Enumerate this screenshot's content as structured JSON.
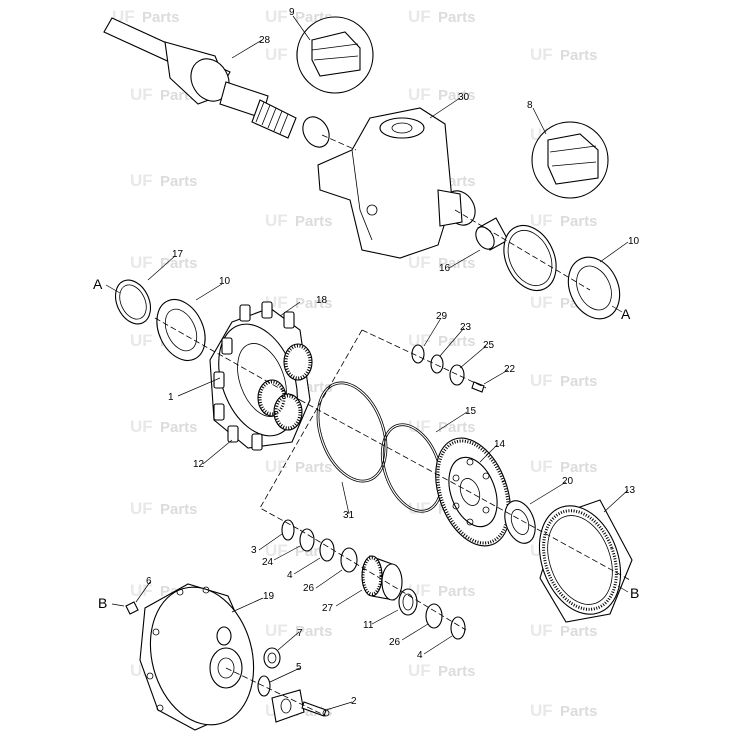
{
  "watermark": {
    "logo_letters": "UF",
    "text": "Parts"
  },
  "callouts": [
    "1",
    "2",
    "3",
    "4",
    "4",
    "5",
    "6",
    "7",
    "8",
    "9",
    "10",
    "10",
    "11",
    "12",
    "13",
    "14",
    "15",
    "16",
    "17",
    "18",
    "19",
    "20",
    "22",
    "23",
    "24",
    "25",
    "26",
    "26",
    "27",
    "28",
    "29",
    "30",
    "31"
  ],
  "refs": [
    "A",
    "A",
    "B",
    "B"
  ]
}
